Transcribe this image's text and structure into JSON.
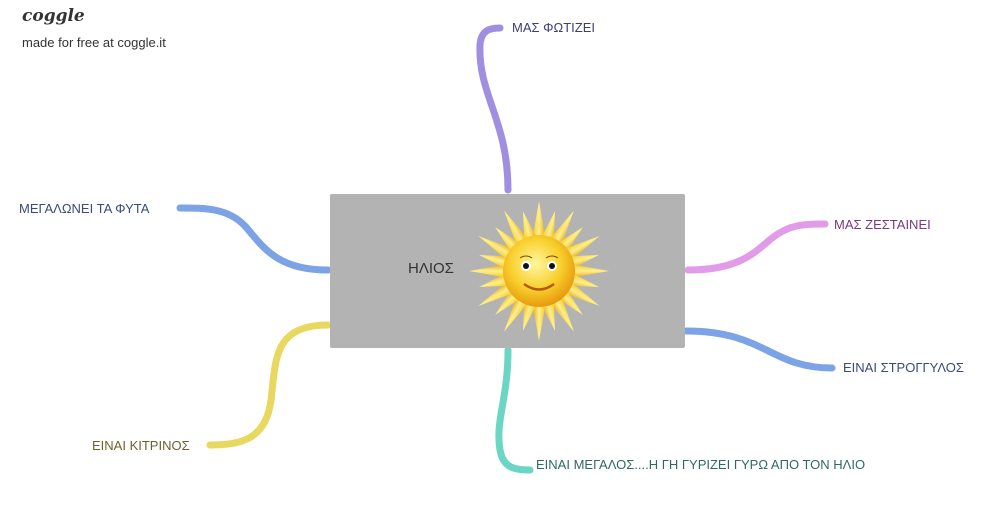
{
  "brand": {
    "logo": "coggle",
    "tagline": "made for free at coggle.it"
  },
  "center": {
    "label": "ΗΛΙΟΣ",
    "image": "smiling-sun"
  },
  "branches": [
    {
      "label": "ΜΑΣ ΦΩΤΙΖΕΙ",
      "color": "#a08ee0",
      "text_color": "#3d3d7a"
    },
    {
      "label": "ΜΕΓΑΛΩΝΕΙ ΤΑ ΦΥΤΑ",
      "color": "#7ba3e6",
      "text_color": "#3a4a7a"
    },
    {
      "label": "ΜΑΣ ΖΕΣΤΑΙΝΕΙ",
      "color": "#e29be8",
      "text_color": "#7a3a80"
    },
    {
      "label": "ΕΙΝΑΙ ΣΤΡΟΓΓΥΛΟΣ",
      "color": "#7ba3e6",
      "text_color": "#3a4a7a"
    },
    {
      "label": "ΕΙΝΑΙ ΚΙΤΡΙΝΟΣ",
      "color": "#e8d860",
      "text_color": "#6e6030"
    },
    {
      "label": "ΕΙΝΑΙ ΜΕΓΑΛΟΣ....Η ΓΗ ΓΥΡΙΖΕΙ ΓΥΡΩ ΑΠΟ ΤΟΝ ΗΛΙΟ",
      "color": "#6bd6c4",
      "text_color": "#2f6a60"
    }
  ]
}
